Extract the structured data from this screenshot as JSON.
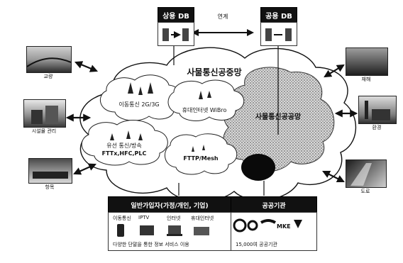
{
  "db": {
    "left_title": "상용 DB",
    "right_title": "공용 DB",
    "link_label": "연계"
  },
  "cloud": {
    "title": "사물통신공중망",
    "mobile": "이동통신 2G/3G",
    "wibro": "휴대인터넷 WiBro",
    "wired_line1": "유선 통신/방속",
    "wired_line2": "FTTx,HFC,PLC",
    "fttp": "FTTP/Mesh",
    "private_net": "사물통신공공망"
  },
  "left_sites": [
    "교량",
    "시설물 관리",
    "항목"
  ],
  "right_sites": [
    "재해",
    "환경",
    "도로"
  ],
  "general_panel": {
    "title": "일반가입자(가정/개인, 기업)",
    "items": [
      "이동통신",
      "IPTV",
      "인터넷",
      "휴대인터넷"
    ],
    "footer": "다양한 단말을 통한 정보 서비스 이용"
  },
  "public_panel": {
    "title": "공공기관",
    "logo_text": "MKE",
    "footer": "15,000여 공공기관"
  }
}
